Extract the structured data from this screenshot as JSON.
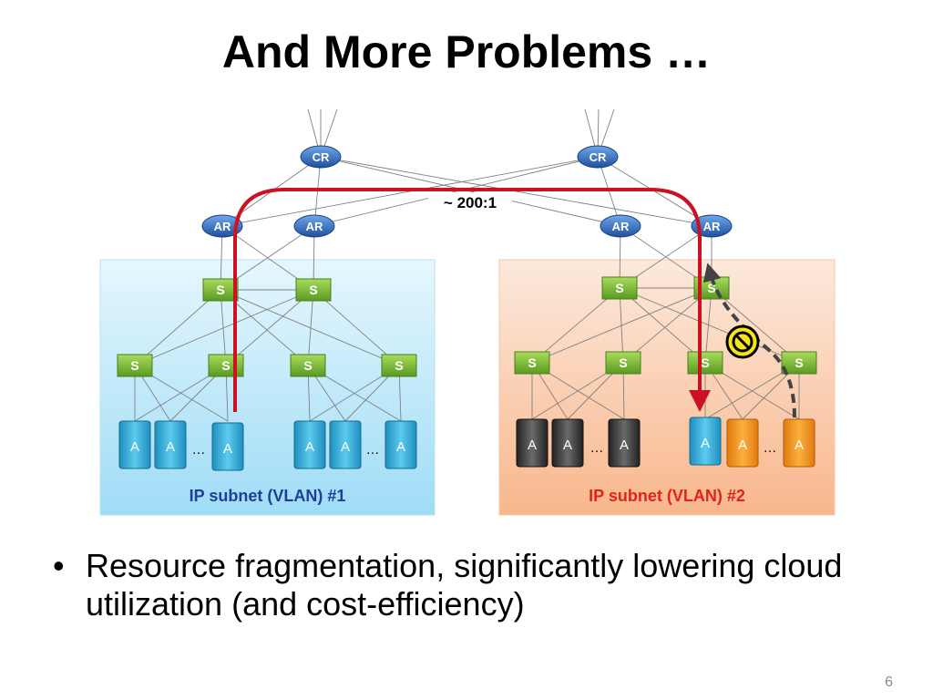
{
  "slide": {
    "title": "And More Problems …",
    "page_number": "6"
  },
  "diagram": {
    "core_router_label": "CR",
    "access_router_label": "AR",
    "switch_label": "S",
    "server_label": "A",
    "ellipsis": "…",
    "ratio_label": "~ 200:1",
    "subnet_1_label": "IP subnet (VLAN) #1",
    "subnet_2_label": "IP subnet (VLAN) #2",
    "colors": {
      "subnet_1_bg": "#cfeefc",
      "subnet_2_bg": "#fcd9c2",
      "subnet_1_text": "#1f3f99",
      "subnet_2_text": "#e3231a",
      "router": "#2f6dbf",
      "switch": "#7cc236",
      "server_blue": "#3bb0d8",
      "server_gray": "#4a4a4a",
      "server_orange": "#f5931f",
      "path_red": "#cc1122",
      "blocked_yellow": "#f5e31a"
    }
  },
  "bullets": [
    "Resource fragmentation, significantly lowering cloud utilization (and cost-efficiency)"
  ]
}
